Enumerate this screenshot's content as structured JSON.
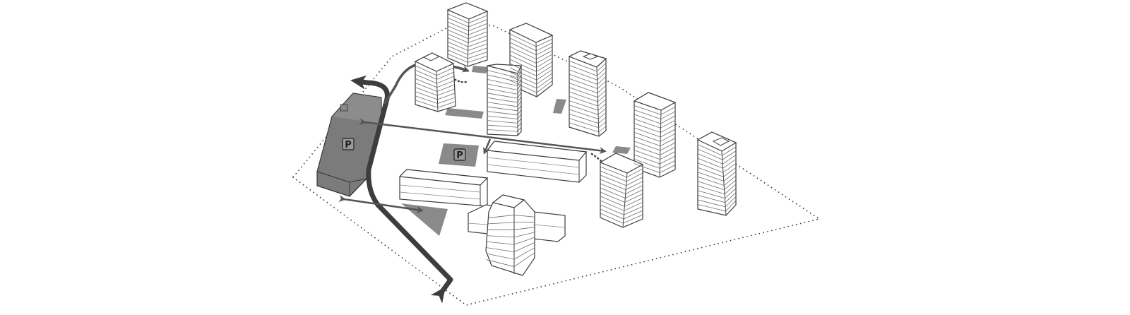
{
  "diagram": {
    "parking_labels": [
      "P",
      "P"
    ],
    "colors": {
      "background": "#ffffff",
      "building_fill": "#ffffff",
      "building_stroke": "#3c3c3c",
      "floor_lines": "#6e6e6e",
      "parking_structure": "#7b7b7b",
      "paved_area": "#8a8a8a",
      "main_road": "#3d3d3d",
      "arrows": "#555555",
      "site_boundary": "#333333"
    },
    "icons": [
      "main-road-arrow",
      "access-arrow",
      "dotted-path",
      "parking-sign"
    ]
  }
}
